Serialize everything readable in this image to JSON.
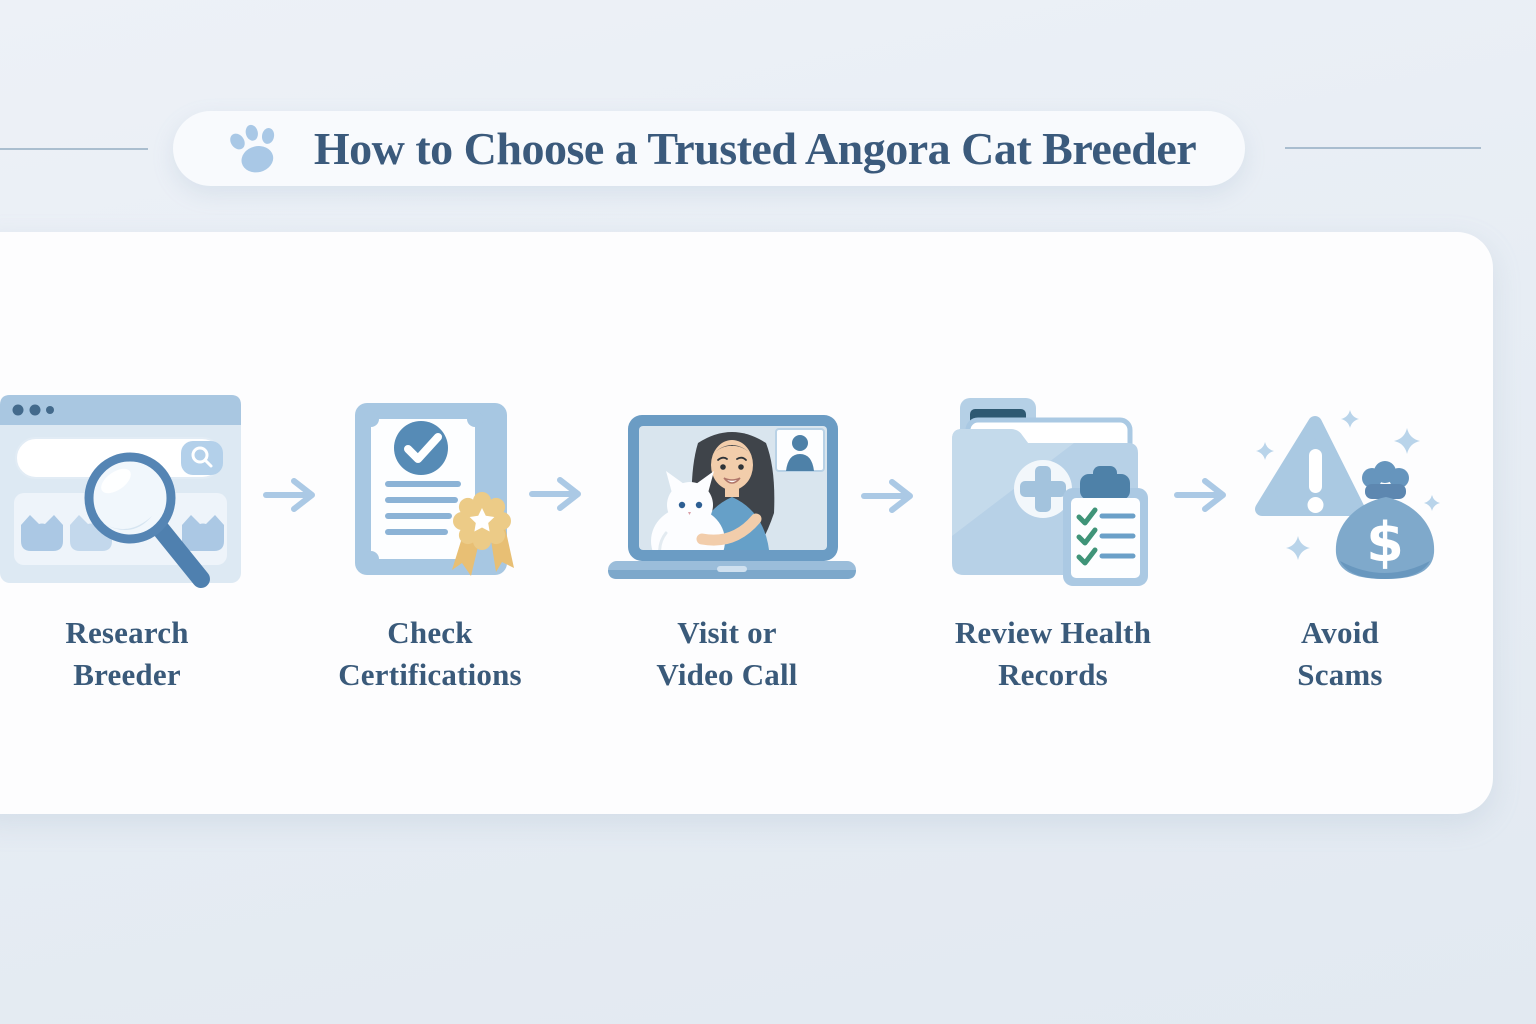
{
  "header": {
    "title": "How to Choose a Trusted Angora Cat Breeder",
    "icon": "paw-icon"
  },
  "steps": [
    {
      "name": "research-breeder",
      "icon": "browser-search-icon",
      "label_line1": "Research",
      "label_line2": "Breeder"
    },
    {
      "name": "check-certifications",
      "icon": "certificate-award-icon",
      "label_line1": "Check",
      "label_line2": "Certifications"
    },
    {
      "name": "visit-or-video-call",
      "icon": "video-call-laptop-icon",
      "label_line1": "Visit or",
      "label_line2": "Video Call"
    },
    {
      "name": "review-health-records",
      "icon": "health-records-folder-icon",
      "label_line1": "Review Health",
      "label_line2": "Records"
    },
    {
      "name": "avoid-scams",
      "icon": "scam-warning-money-icon",
      "label_line1": "Avoid",
      "label_line2": "Scams",
      "money_symbol": "$"
    }
  ],
  "decor": {
    "arrow_icon": "arrow-right-icon",
    "divider_lines": 2
  },
  "colors": {
    "background": "#e7edf4",
    "card": "#fdfdfe",
    "title_text": "#3b5a7c",
    "label_text": "#3a5a7a",
    "icon_light_blue": "#aac9e3",
    "icon_mid_blue": "#7fa9cb",
    "icon_steel_blue": "#5585b4",
    "accent_gold": "#eccb87",
    "accent_green": "#3f9478",
    "dark_navy": "#2e5972"
  }
}
